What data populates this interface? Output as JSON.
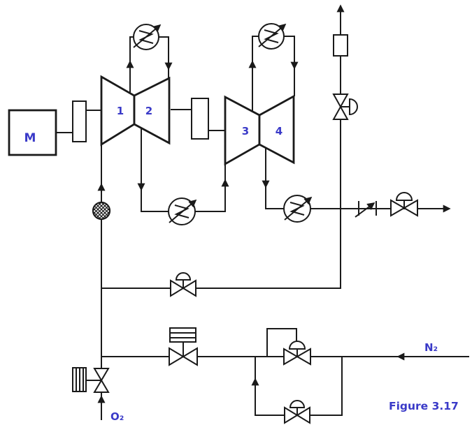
{
  "diagram": {
    "caption": "Figure 3.17",
    "labels": {
      "motor": "M",
      "stage1": "1",
      "stage2": "2",
      "stage3": "3",
      "stage4": "4",
      "nitrogen": "N₂",
      "oxygen": "O₂"
    },
    "colors": {
      "line": "#1a1a1a",
      "label": "#3a3ac8",
      "background": "#ffffff"
    },
    "icons": [
      "electric-motor",
      "shaft-coupling",
      "compressor-bowtie-stages-1-2",
      "compressor-bowtie-stages-3-4",
      "cooler-circle-zigzag",
      "suction-filter-crosshatch",
      "vent-silencer",
      "blow-off-valve-piston-actuator",
      "check-valve",
      "control-valve-diaphragm",
      "recycle-valve-diaphragm",
      "n2-pressure-regulator",
      "n2-bypass-valve",
      "o2-hand-valve",
      "flow-arrow"
    ]
  }
}
